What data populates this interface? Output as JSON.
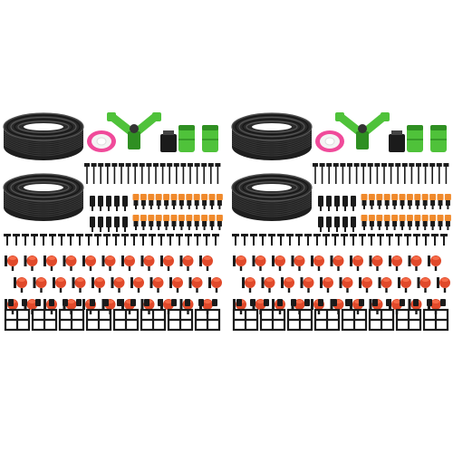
{
  "image": {
    "subject": "drip-irrigation-kit-product-photo",
    "kits": [
      "kit-left",
      "kit-right"
    ],
    "colors": {
      "background": "#ffffff",
      "tubing": "#1e1e1e",
      "tubing_highlight": "#555555",
      "connector_green": "#4fc23a",
      "connector_green_dark": "#2f8f22",
      "dripper_red": "#e0492a",
      "dripper_orange": "#f08a2c",
      "black_part": "#1b1b1b",
      "tape_pink": "#f04a9a",
      "tape_white": "#f4f4f4"
    },
    "components": {
      "hose_coils": 2,
      "teflon_tape": 1,
      "y_splitter": 1,
      "faucet_adapters": 3,
      "stake_sprayers": 20,
      "orange_adjustable_drippers": 24,
      "black_drippers": 10,
      "tee_connectors": 24,
      "red_drippers_rows": 3,
      "cross_connectors": 8
    }
  }
}
